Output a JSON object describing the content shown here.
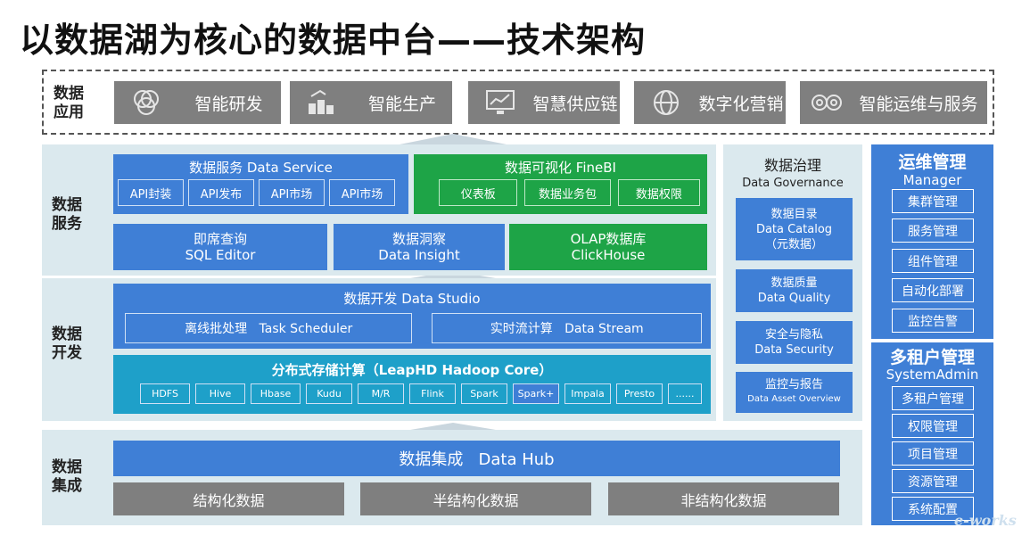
{
  "title": "以数据湖为核心的数据中台——技术架构",
  "rows": {
    "apps": "数据\n应用",
    "service": "数据\n服务",
    "dev": "数据\n开发",
    "integration": "数据\n集成"
  },
  "apps": [
    {
      "label": "智能研发",
      "icon": "venn-circles-icon"
    },
    {
      "label": "智能生产",
      "icon": "factory-tools-icon"
    },
    {
      "label": "智慧供应链",
      "icon": "monitor-chart-icon"
    },
    {
      "label": "数字化营销",
      "icon": "globe-icon"
    },
    {
      "label": "智能运维与服务",
      "icon": "gears-icon"
    }
  ],
  "data_service": {
    "title": "数据服务  Data Service",
    "chips": [
      "API封装",
      "API发布",
      "API市场",
      "API市场"
    ]
  },
  "finebi": {
    "title": "数据可视化 FineBI",
    "chips": [
      "仪表板",
      "数据业务包",
      "数据权限"
    ]
  },
  "sql_editor": {
    "line1": "即席查询",
    "line2": "SQL Editor"
  },
  "data_insight": {
    "line1": "数据洞察",
    "line2": "Data Insight"
  },
  "olap": {
    "line1": "OLAP数据库",
    "line2": "ClickHouse"
  },
  "data_studio": {
    "title": "数据开发 Data Studio",
    "task": "离线批处理   Task Scheduler",
    "stream": "实时流计算   Data Stream"
  },
  "storage": {
    "title": "分布式存储计算（LeapHD Hadoop Core）",
    "chips": [
      "HDFS",
      "Hive",
      "Hbase",
      "Kudu",
      "M/R",
      "Flink",
      "Spark",
      "Spark+",
      "Impala",
      "Presto",
      "......"
    ]
  },
  "data_hub": {
    "title": "数据集成   Data Hub",
    "sources": [
      "结构化数据",
      "半结构化数据",
      "非结构化数据"
    ]
  },
  "governance": {
    "title": "数据治理",
    "subtitle": "Data Governance",
    "items": [
      {
        "l1": "数据目录",
        "l2": "Data Catalog",
        "l3": "（元数据）"
      },
      {
        "l1": "数据质量",
        "l2": "Data Quality"
      },
      {
        "l1": "安全与隐私",
        "l2": "Data Security"
      },
      {
        "l1": "监控与报告",
        "l2": "Data Asset Overview"
      }
    ]
  },
  "manager": {
    "title": "运维管理",
    "subtitle": "Manager",
    "items": [
      "集群管理",
      "服务管理",
      "组件管理",
      "自动化部署",
      "监控告警"
    ]
  },
  "sysadmin": {
    "title": "多租户管理",
    "subtitle": "SystemAdmin",
    "items": [
      "多租户管理",
      "权限管理",
      "项目管理",
      "资源管理",
      "系统配置"
    ]
  },
  "watermark": "e-works",
  "colors": {
    "blue": "#3f7fd6",
    "green": "#1ea447",
    "teal": "#1ea0c9",
    "grey": "#7f7f7f",
    "panel": "#dbe9ee"
  }
}
